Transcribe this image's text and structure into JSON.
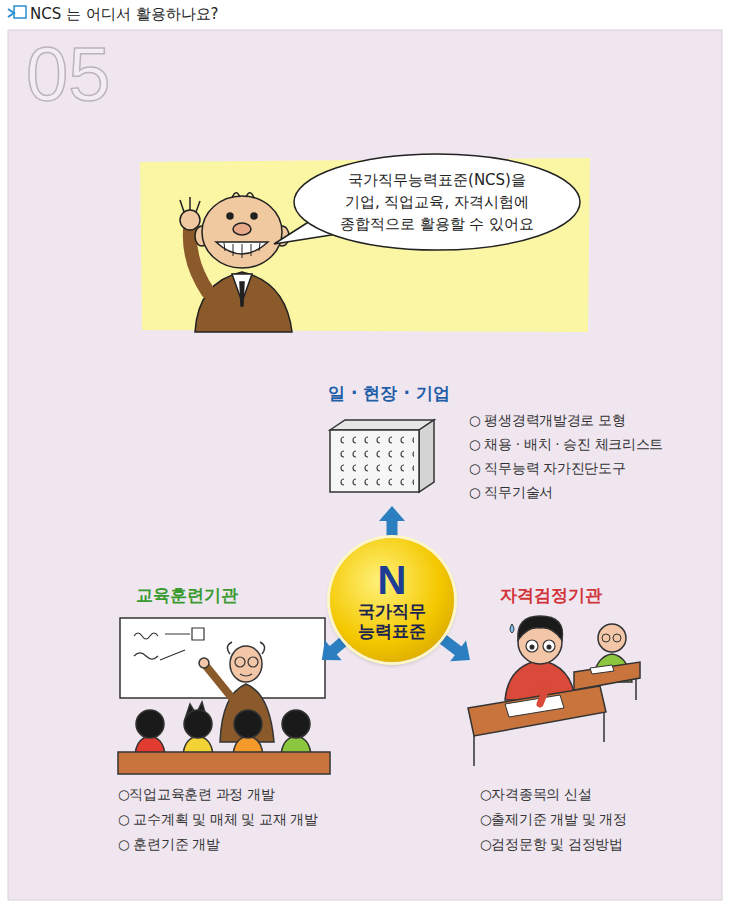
{
  "diagram": {
    "title": "NCS 는 어디서 활용하나요?",
    "nodes": [
      {
        "text": [
          "국가직무능력표준(NCS)을 기업, 직업교육, 자격시험에 종합적으로 활용할 수 있어요"
        ]
      },
      {
        "text": [
          "일 · 현장 · 기업",
          "○ 평생경력개발경로 모형",
          "○ 채용 · 배치 · 승진 체크리스트",
          "○ 직무능력 자가진단도구",
          "○ 직무기술서"
        ]
      },
      {
        "text": [
          "N",
          "국가직무 능력표준"
        ]
      },
      {
        "text": [
          "교육훈련기관",
          "○직업교육훈련 과정 개발",
          "○ 교수계획 및 매체 및 교재 개발",
          "○ 훈련기준 개발"
        ]
      },
      {
        "text": [
          "자격검정기관",
          "○자격종목의 신설",
          "○출제기준 개발 및 개정",
          "○검정문항 및 검정방법"
        ]
      }
    ],
    "edges": [
      {
        "from": 2,
        "to": 1,
        "arrow": "to"
      },
      {
        "from": 2,
        "to": 3,
        "arrow": "to"
      },
      {
        "from": 2,
        "to": 4,
        "arrow": "to"
      }
    ],
    "labels": [
      "05"
    ]
  }
}
